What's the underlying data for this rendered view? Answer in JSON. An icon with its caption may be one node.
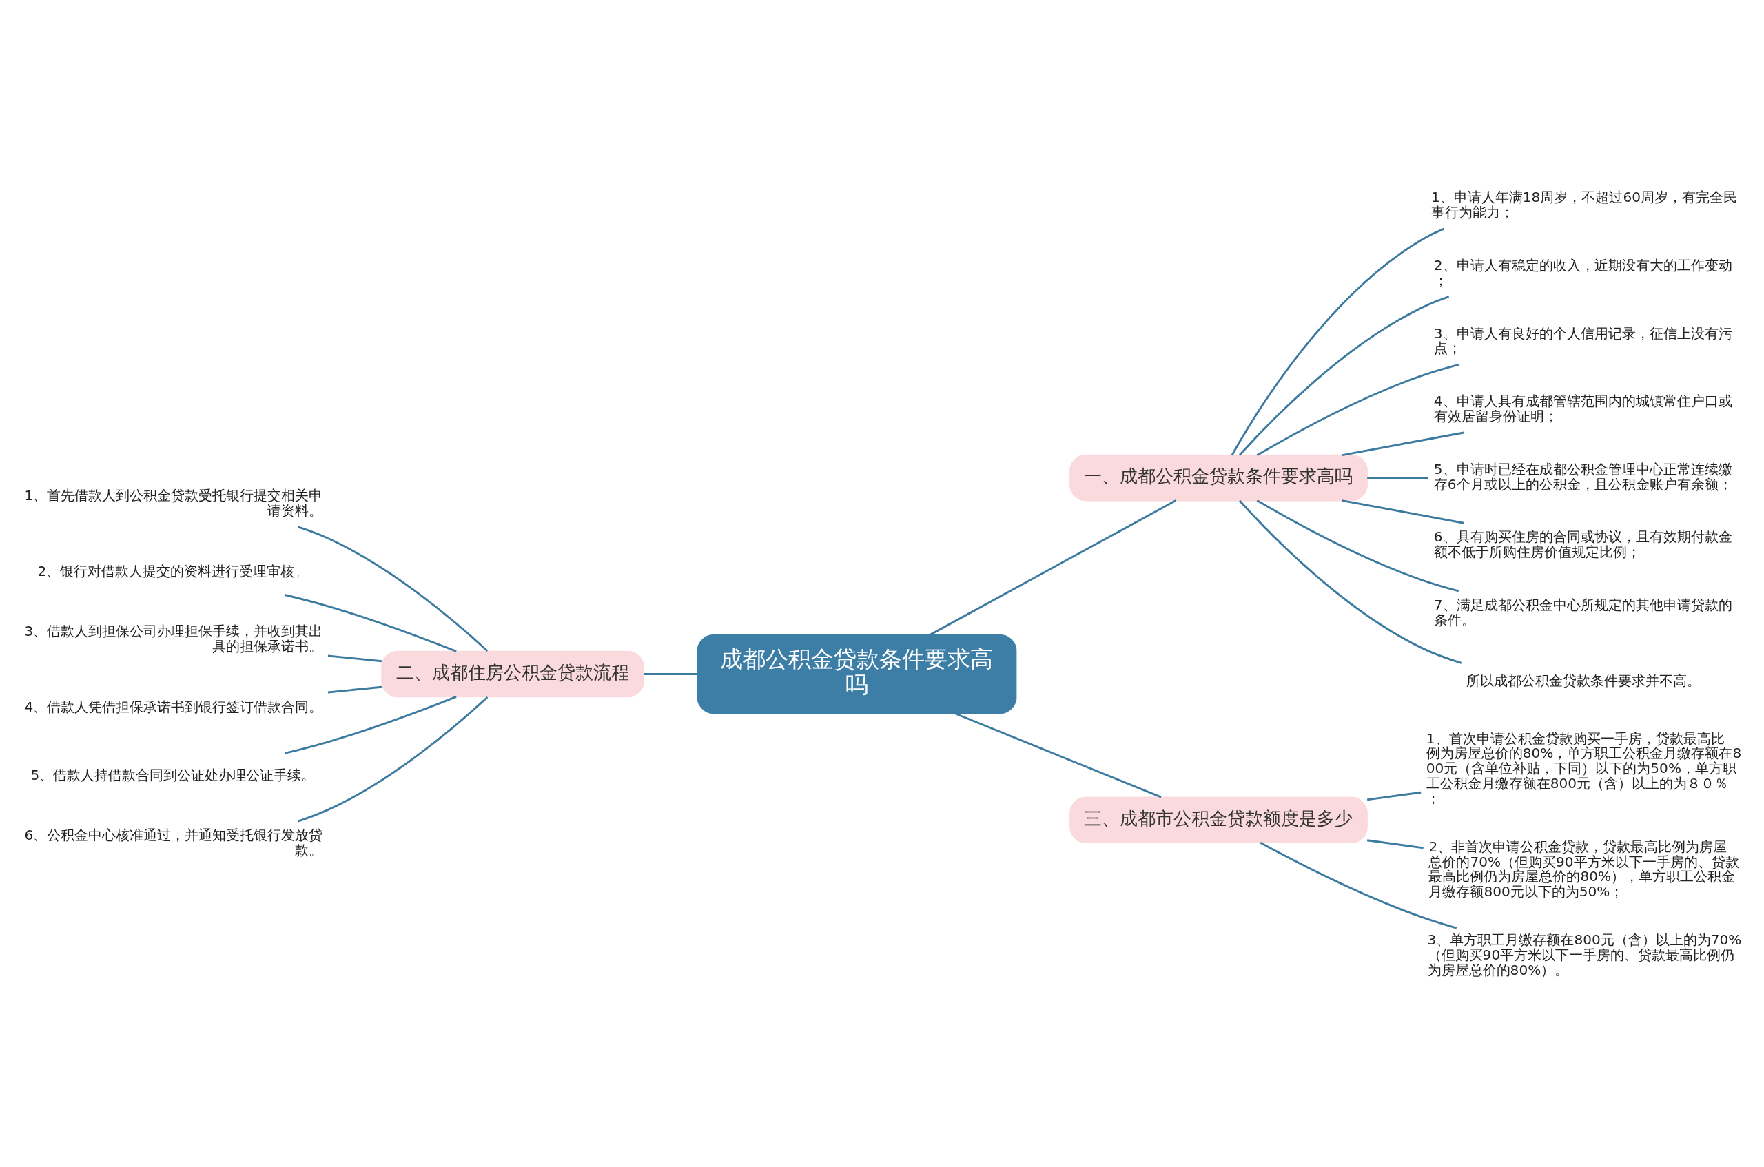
{
  "diagram": {
    "nodes": [
      {
        "text": [
          "成都公积金贷款条件要求高吗"
        ]
      },
      {
        "text": [
          "一、成都公积金贷款条件要求高吗"
        ]
      },
      {
        "text": [
          "1、申请人年满18周岁，不超过60周岁，有完全民事行为能力；"
        ]
      },
      {
        "text": [
          "2、申请人有稳定的收入，近期没有大的工作变动；"
        ]
      },
      {
        "text": [
          "3、申请人有良好的个人信用记录，征信上没有污点；"
        ]
      },
      {
        "text": [
          "4、申请人具有成都管辖范围内的城镇常住户口或有效居留身份证明；"
        ]
      },
      {
        "text": [
          "5、申请时已经在成都公积金管理中心正常连续缴存6个月或以上的公积金，且公积金账户有余额；"
        ]
      },
      {
        "text": [
          "6、具有购买住房的合同或协议，且有效期付款金额不低于所购住房价值规定比例；"
        ]
      },
      {
        "text": [
          "7、满足成都公积金中心所规定的其他申请贷款的条件。"
        ]
      },
      {
        "text": [
          "所以成都公积金贷款条件要求并不高。"
        ]
      },
      {
        "text": [
          "二、成都住房公积金贷款流程"
        ]
      },
      {
        "text": [
          "1、首先借款人到公积金贷款受托银行提交相关申请资料。"
        ]
      },
      {
        "text": [
          "2、银行对借款人提交的资料进行受理审核。"
        ]
      },
      {
        "text": [
          "3、借款人到担保公司办理担保手续，并收到其出具的担保承诺书。"
        ]
      },
      {
        "text": [
          "4、借款人凭借担保承诺书到银行签订借款合同。"
        ]
      },
      {
        "text": [
          "5、借款人持借款合同到公证处办理公证手续。"
        ]
      },
      {
        "text": [
          "6、公积金中心核准通过，并通知受托银行发放贷款。"
        ]
      },
      {
        "text": [
          "三、成都市公积金贷款额度是多少"
        ]
      },
      {
        "text": [
          "1、首次申请公积金贷款购买一手房，贷款最高比例为房屋总价的80%，单方职工公积金月缴存额在800元（含单位补贴，下同）以下的为50%，单方职工公积金月缴存额在800元（含）以上的为８０％；"
        ]
      },
      {
        "text": [
          "2、非首次申请公积金贷款，贷款最高比例为房屋总价的70%（但购买90平方米以下一手房的、贷款最高比例仍为房屋总价的80%），单方职工公积金月缴存额800元以下的为50%；"
        ]
      },
      {
        "text": [
          "3、单方职工月缴存额在800元（含）以上的为70%（但购买90平方米以下一手房的、贷款最高比例仍为房屋总价的80%）。"
        ]
      }
    ],
    "edges": [
      {
        "from": 0,
        "to": 1,
        "arrow": "none"
      },
      {
        "from": 1,
        "to": 2,
        "arrow": "none"
      },
      {
        "from": 1,
        "to": 3,
        "arrow": "none"
      },
      {
        "from": 1,
        "to": 4,
        "arrow": "none"
      },
      {
        "from": 1,
        "to": 5,
        "arrow": "none"
      },
      {
        "from": 1,
        "to": 6,
        "arrow": "none"
      },
      {
        "from": 1,
        "to": 7,
        "arrow": "none"
      },
      {
        "from": 1,
        "to": 8,
        "arrow": "none"
      },
      {
        "from": 1,
        "to": 9,
        "arrow": "none"
      },
      {
        "from": 0,
        "to": 10,
        "arrow": "none"
      },
      {
        "from": 10,
        "to": 11,
        "arrow": "none"
      },
      {
        "from": 10,
        "to": 12,
        "arrow": "none"
      },
      {
        "from": 10,
        "to": 13,
        "arrow": "none"
      },
      {
        "from": 10,
        "to": 14,
        "arrow": "none"
      },
      {
        "from": 10,
        "to": 15,
        "arrow": "none"
      },
      {
        "from": 10,
        "to": 16,
        "arrow": "none"
      },
      {
        "from": 0,
        "to": 17,
        "arrow": "none"
      },
      {
        "from": 17,
        "to": 18,
        "arrow": "none"
      },
      {
        "from": 17,
        "to": 19,
        "arrow": "none"
      },
      {
        "from": 17,
        "to": 20,
        "arrow": "none"
      }
    ]
  }
}
